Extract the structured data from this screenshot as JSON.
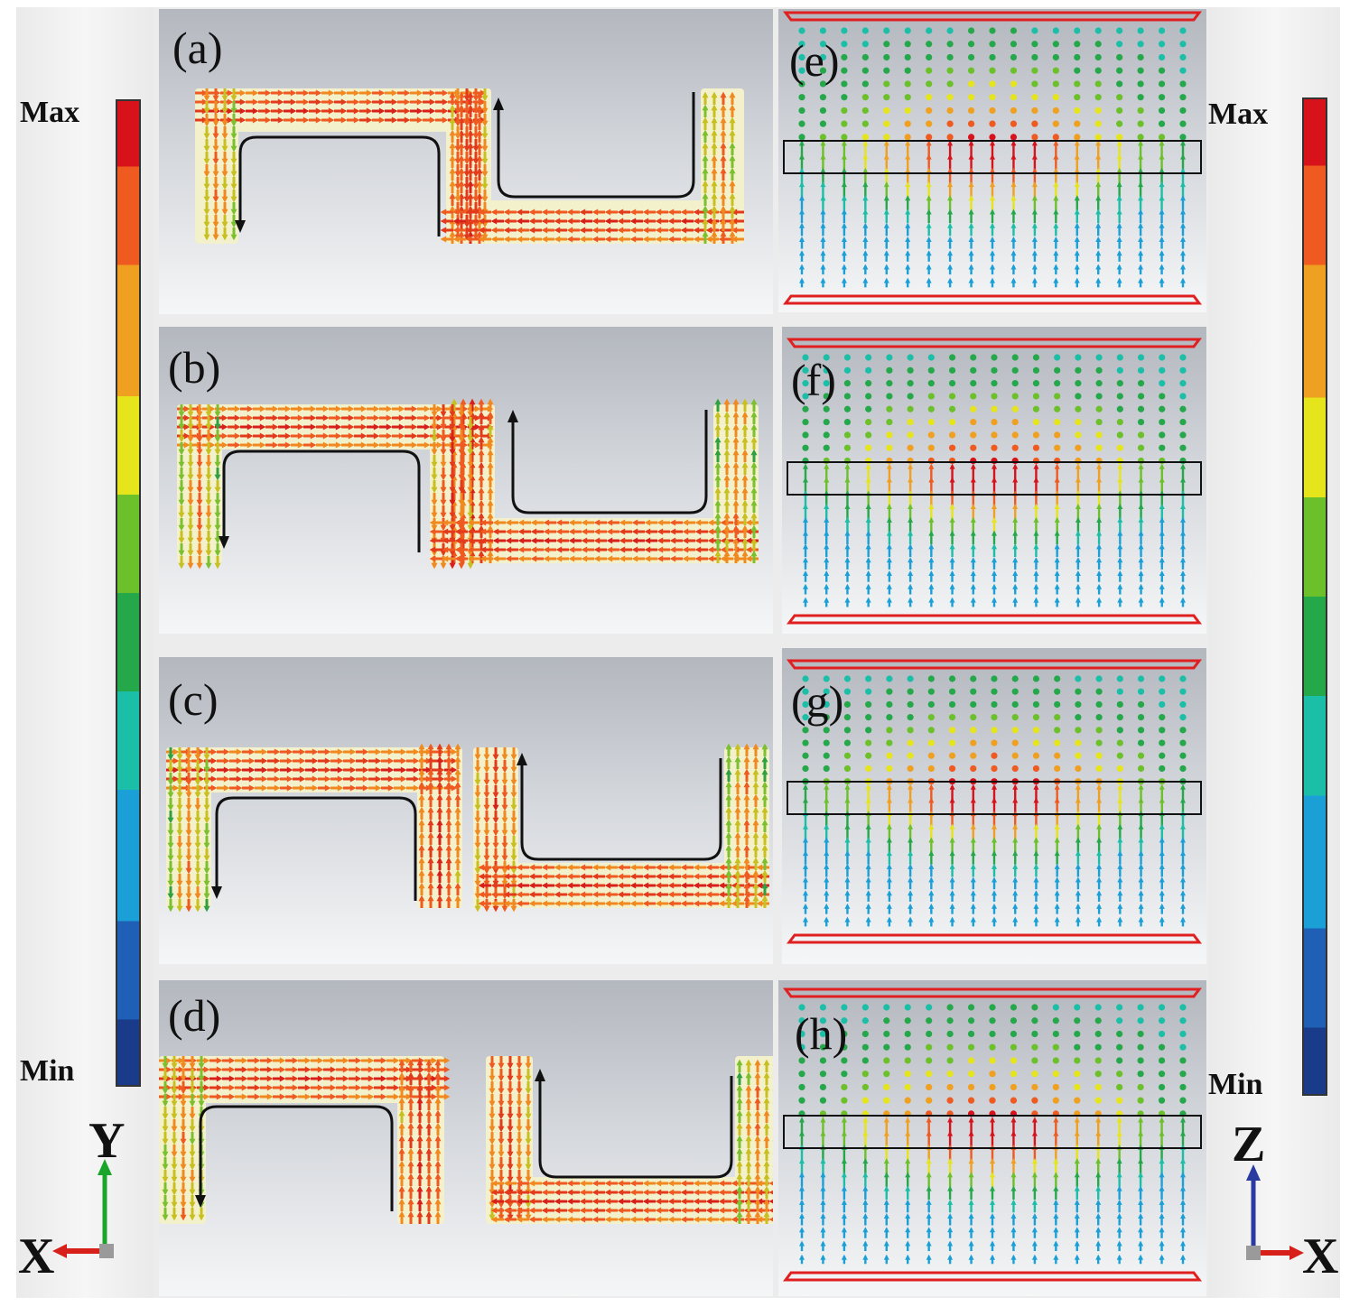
{
  "panels_left": [
    {
      "label": "(a)"
    },
    {
      "label": "(b)"
    },
    {
      "label": "(c)"
    },
    {
      "label": "(d)"
    }
  ],
  "panels_right": [
    {
      "label": "(e)"
    },
    {
      "label": "(f)"
    },
    {
      "label": "(g)"
    },
    {
      "label": "(h)"
    }
  ],
  "colorbar_left": {
    "max_label": "Max",
    "min_label": "Min"
  },
  "colorbar_right": {
    "max_label": "Max",
    "min_label": "Min"
  },
  "axes_left": {
    "vertical": "Y",
    "horizontal": "X"
  },
  "axes_right": {
    "vertical": "Z",
    "horizontal": "X"
  },
  "colors": {
    "scale": [
      "#1a3a8a",
      "#1f5fb5",
      "#1aa0d6",
      "#1bbfa8",
      "#25a84a",
      "#6cc02a",
      "#e6e41a",
      "#f0a020",
      "#ee5a20",
      "#d8121a"
    ],
    "current_arrow": "#d8201a",
    "field_frame": "#e02020",
    "path_line": "#111111"
  }
}
